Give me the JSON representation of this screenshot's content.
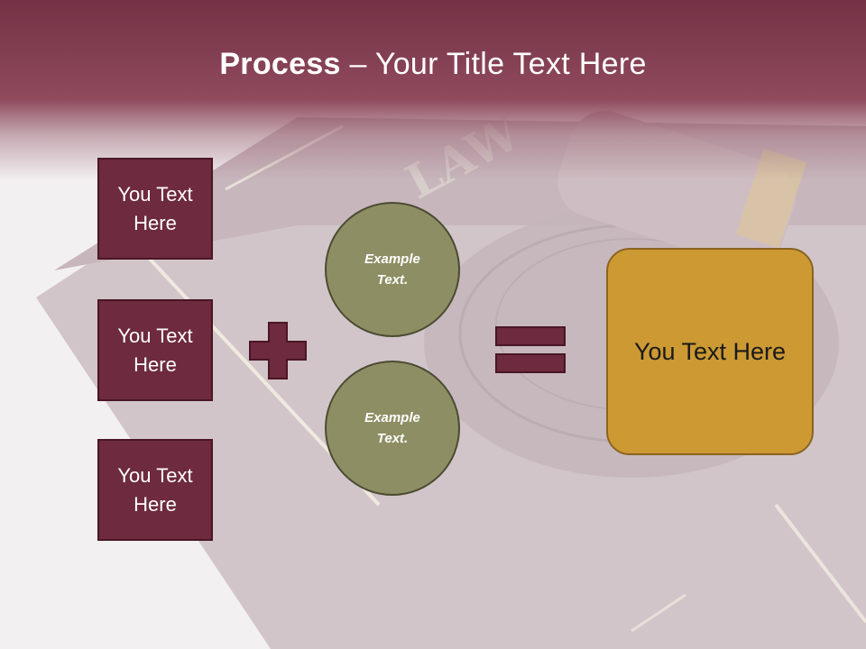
{
  "title": {
    "bold": "Process",
    "rest": " – Your Title Text Here"
  },
  "side_boxes": [
    {
      "label": "You Text Here"
    },
    {
      "label": "You Text Here"
    },
    {
      "label": "You Text Here"
    }
  ],
  "circles": [
    {
      "label": "Example Text."
    },
    {
      "label": "Example Text."
    }
  ],
  "result": {
    "label": "You Text Here"
  },
  "background": {
    "book_spine_text": "LAW"
  },
  "colors": {
    "header": "#7a3548",
    "side_box": "#6e2a3e",
    "circle": "#8e8e64",
    "operator": "#6e2a3e",
    "result": "#cc9933"
  }
}
